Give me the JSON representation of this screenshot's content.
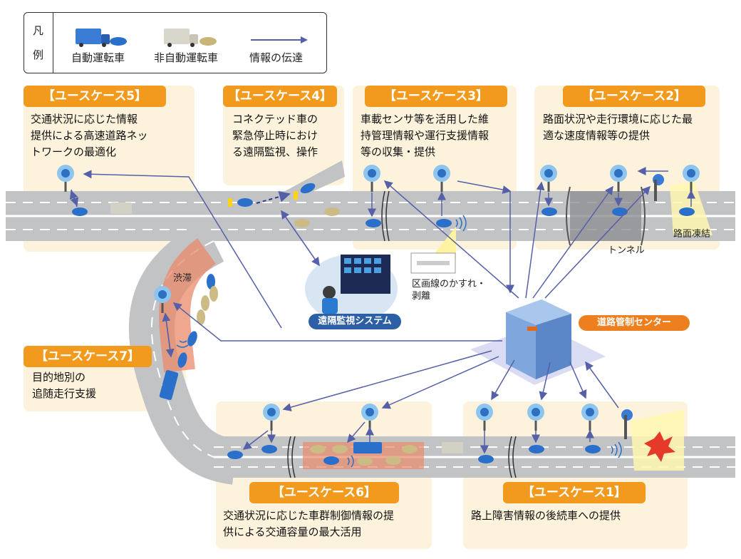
{
  "legend": {
    "side_top": "凡",
    "side_bottom": "例",
    "autonomous_label": "自動運転車",
    "manual_label": "非自動運転車",
    "info_label": "情報の伝達"
  },
  "cases": {
    "case5": {
      "title": "【ユースケース5】",
      "text": "交通状況に応じた情報\n提供による高速道路ネッ\nトワークの最適化"
    },
    "case4": {
      "title": "【ユースケース4】",
      "text": "コネクテッド車の\n緊急停止時におけ\nる遠隔監視、操作"
    },
    "case3": {
      "title": "【ユースケース3】",
      "text": "車載センサ等を活用した維\n持管理情報や運行支援情報\n等の収集・提供"
    },
    "case2": {
      "title": "【ユースケース2】",
      "text": "路面状況や走行環境に応じた最\n適な速度情報等の提供"
    },
    "case7": {
      "title": "【ユースケース7】",
      "text": "目的地別の\n追随走行支援"
    },
    "case6": {
      "title": "【ユースケース6】",
      "text": "交通状況に応じた車群制御情報の提\n供による交通容量の最大活用"
    },
    "case1": {
      "title": "【ユースケース1】",
      "text": "路上障害情報の後続車への提供"
    }
  },
  "labels": {
    "congestion": "渋滞",
    "road_freeze": "路面凍結",
    "tunnel": "トンネル",
    "lane_fade": "区画線のかすれ・\n剥離",
    "remote_system": "遠隔監視システム",
    "control_center": "道路管制センター"
  },
  "colors": {
    "orange": "#f19a1d",
    "panel_bg": "#fdf3dc",
    "arrow": "#5560a8",
    "road": "#bfc0c2",
    "pill_blue": "#2d5fa6",
    "pill_orange": "#ee7f1e",
    "congestion": "#e98a6a"
  }
}
